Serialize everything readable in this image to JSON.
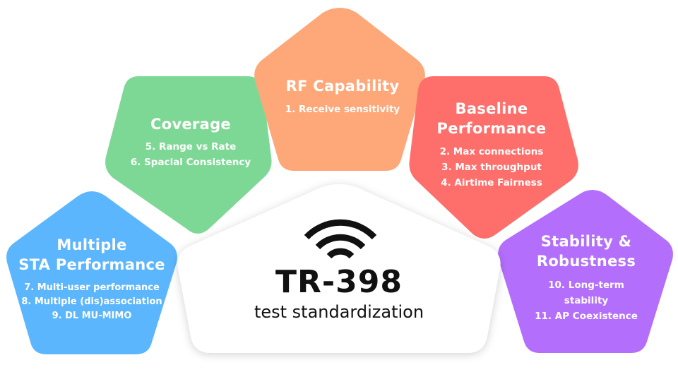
{
  "center": {
    "title": "TR-398",
    "subtitle": "test standardization",
    "icon": "wifi-icon"
  },
  "categories": {
    "rf": {
      "title": "RF Capability",
      "items": [
        "1. Receive sensitivity"
      ],
      "color": "#fea779"
    },
    "coverage": {
      "title": "Coverage",
      "items": [
        "5. Range vs Rate",
        "6. Spacial Consistency"
      ],
      "color": "#7ed895"
    },
    "baseline": {
      "title_line1": "Baseline",
      "title_line2": "Performance",
      "items": [
        "2. Max connections",
        "3. Max throughput",
        "4. Airtime Fairness"
      ],
      "color": "#fe6e6a"
    },
    "multiple": {
      "title_line1": "Multiple",
      "title_line2": "STA Performance",
      "items": [
        "7. Multi-user performance",
        "8. Multiple (dis)association",
        "9. DL MU-MIMO"
      ],
      "color": "#5cb6fd"
    },
    "stability": {
      "title_line1": "Stability &",
      "title_line2": "Robustness",
      "items_line1": "10. Long-term",
      "items_line2": "stability",
      "items_line3": "11. AP Coexistence",
      "color": "#b46efc"
    }
  }
}
